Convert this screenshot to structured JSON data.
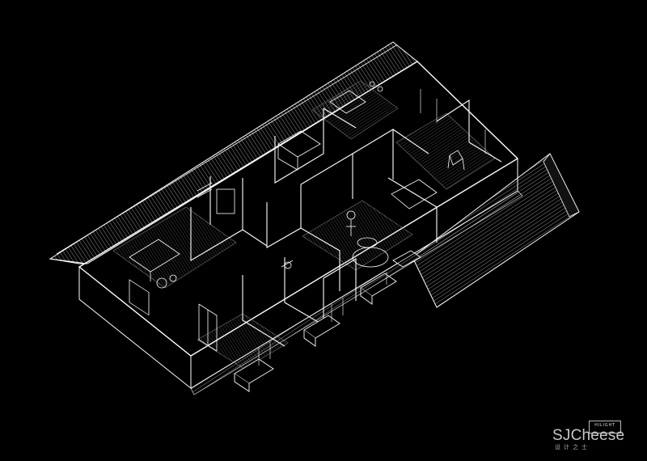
{
  "watermark": {
    "box_label": "HILIGHT",
    "brand": "SJCheese",
    "brand_cn": "设计之士"
  },
  "colors": {
    "background": "#000000",
    "linework": "#ffffff",
    "roof_fill": "#0b0b0b"
  },
  "drawing": {
    "type": "isometric floor plan cutaway",
    "line_color": "white",
    "background": "black"
  }
}
